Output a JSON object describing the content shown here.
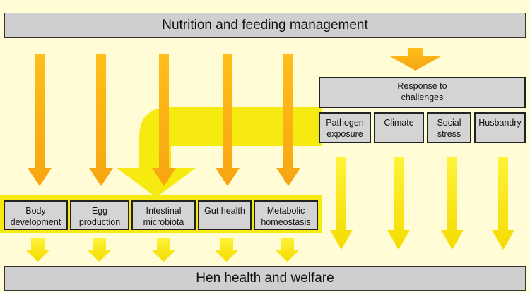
{
  "diagram": {
    "top_banner": "Nutrition and feeding management",
    "bottom_banner": "Hen health and welfare",
    "response": {
      "title": "Response to\nchallenges",
      "items": [
        "Pathogen\nexposure",
        "Climate",
        "Social\nstress",
        "Husbandry"
      ]
    },
    "outcomes": [
      "Body\ndevelopment",
      "Egg\nproduction",
      "Intestinal\nmicrobiota",
      "Gut health",
      "Metabolic\nhomeostasis"
    ],
    "colors": {
      "background": "#fffcd6",
      "orange_arrow": "#f9b316",
      "yellow_arrow": "#f7ea10",
      "box_fill": "#d4d4d4",
      "box_border": "#222222"
    }
  }
}
